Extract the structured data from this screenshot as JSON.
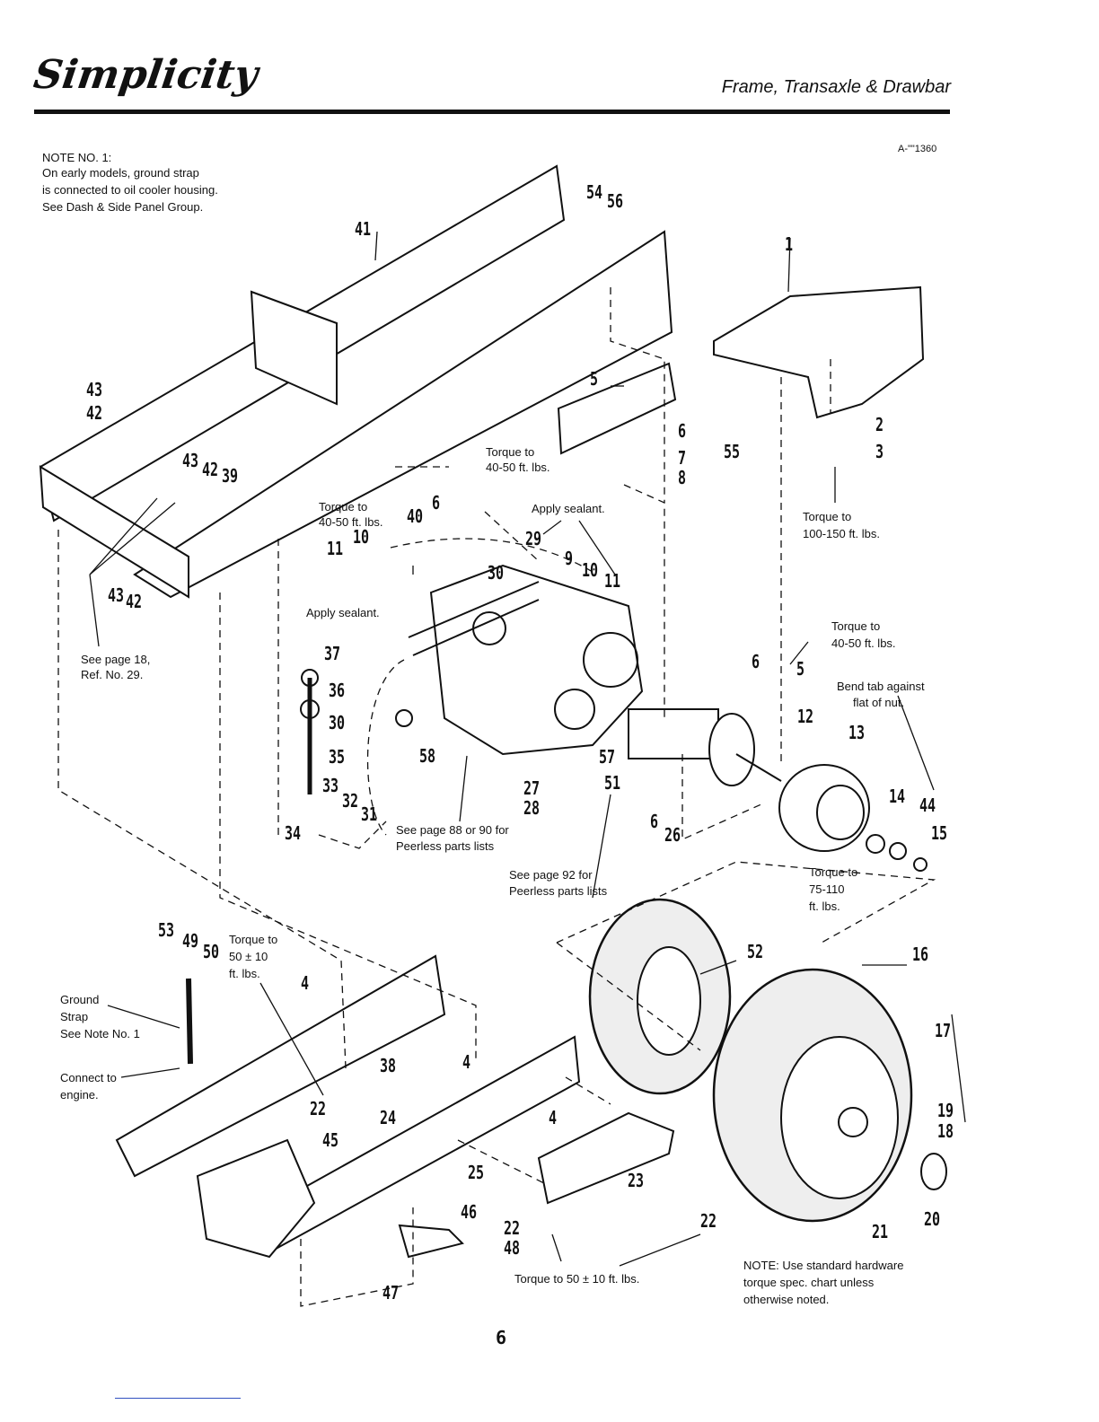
{
  "header": {
    "brand": "Simplicity",
    "section_title": "Frame, Transaxle & Drawbar",
    "drawing_id": "A-\"\"1360"
  },
  "notes": {
    "note1_title": "NOTE NO. 1:",
    "note1_line1": "On early models, ground strap",
    "note1_line2": "is connected to oil cooler housing.",
    "note1_line3": "See Dash & Side Panel Group.",
    "see_page18_line1": "See page 18,",
    "see_page18_line2": "Ref. No. 29.",
    "torque_40_50_a_line1": "Torque to",
    "torque_40_50_a_line2": "40-50 ft. lbs.",
    "torque_40_50_b_line1": "Torque to",
    "torque_40_50_b_line2": "40-50 ft. lbs.",
    "torque_40_50_c_line1": "Torque to",
    "torque_40_50_c_line2": "40-50 ft. lbs.",
    "torque_100_150_line1": "Torque to",
    "torque_100_150_line2": "100-150 ft. lbs.",
    "apply_sealant_top": "Apply sealant.",
    "apply_sealant_left": "Apply sealant.",
    "bend_tab_line1": "Bend tab against",
    "bend_tab_line2": "flat of nut.",
    "peerless_88_line1": "See page 88 or 90 for",
    "peerless_88_line2": "Peerless parts lists",
    "peerless_92_line1": "See page 92 for",
    "peerless_92_line2": "Peerless parts lists",
    "torque_75_110_line1": "Torque to",
    "torque_75_110_line2": "75-110",
    "torque_75_110_line3": "ft. lbs.",
    "torque_50_line1": "Torque to",
    "torque_50_line2": "50 ± 10",
    "torque_50_line3": "ft. lbs.",
    "ground_strap_line1": "Ground",
    "ground_strap_line2": "Strap",
    "ground_strap_line3": "See Note No. 1",
    "connect_engine_line1": "Connect to",
    "connect_engine_line2": "engine.",
    "torque_50_bottom": "Torque to 50 ± 10 ft. lbs.",
    "hardware_note_line1": "NOTE: Use standard hardware",
    "hardware_note_line2": "torque spec. chart unless",
    "hardware_note_line3": "otherwise noted."
  },
  "callouts": {
    "c1": "1",
    "c2": "2",
    "c3": "3",
    "c4a": "4",
    "c4b": "4",
    "c4c": "4",
    "c5a": "5",
    "c5b": "5",
    "c6a": "6",
    "c6b": "6",
    "c6c": "6",
    "c6d": "6",
    "c7": "7",
    "c8": "8",
    "c9": "9",
    "c10a": "10",
    "c10b": "10",
    "c11a": "11",
    "c11b": "11",
    "c12": "12",
    "c13": "13",
    "c14": "14",
    "c15": "15",
    "c16": "16",
    "c17": "17",
    "c18": "18",
    "c19": "19",
    "c20": "20",
    "c21": "21",
    "c22a": "22",
    "c22b": "22",
    "c22c": "22",
    "c23": "23",
    "c24": "24",
    "c25": "25",
    "c26": "26",
    "c27": "27",
    "c28": "28",
    "c29": "29",
    "c30a": "30",
    "c30b": "30",
    "c31": "31",
    "c32": "32",
    "c33": "33",
    "c34": "34",
    "c35": "35",
    "c36": "36",
    "c37": "37",
    "c38": "38",
    "c39": "39",
    "c40": "40",
    "c41": "41",
    "c42a": "42",
    "c42b": "42",
    "c42c": "42",
    "c43a": "43",
    "c43b": "43",
    "c43c": "43",
    "c44": "44",
    "c45": "45",
    "c46": "46",
    "c47": "47",
    "c48": "48",
    "c49": "49",
    "c50": "50",
    "c51": "51",
    "c52": "52",
    "c53": "53",
    "c54": "54",
    "c55": "55",
    "c56": "56",
    "c57": "57",
    "c58": "58"
  },
  "page_number": "6"
}
